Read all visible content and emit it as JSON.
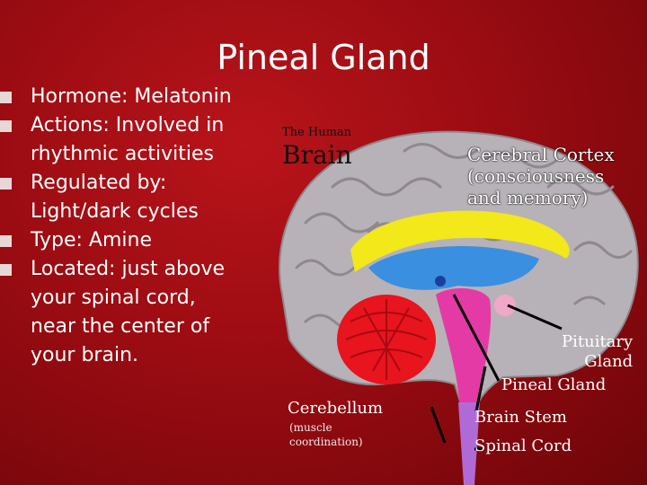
{
  "title": "Pineal Gland",
  "bullets": [
    {
      "lines": [
        "Hormone: Melatonin"
      ]
    },
    {
      "lines": [
        "Actions: Involved in",
        "rhythmic activities"
      ]
    },
    {
      "lines": [
        "Regulated by:",
        "Light/dark cycles"
      ]
    },
    {
      "lines": [
        "Type: Amine"
      ]
    },
    {
      "lines": [
        "Located: just above",
        "your spinal cord,",
        "near the center of",
        "your brain."
      ]
    }
  ],
  "figure": {
    "heading_small": "The Human",
    "heading_large": "Brain",
    "cortex_label": [
      "Cerebral Cortex",
      "(consciousness",
      "and memory)"
    ],
    "pituitary_label": [
      "Pituitary",
      "Gland"
    ],
    "pineal_label": "Pineal Gland",
    "brainstem_label": "Brain Stem",
    "spinal_label": "Spinal Cord",
    "cerebellum_label": "Cerebellum",
    "cerebellum_sub": [
      "(muscle",
      "coordination)"
    ]
  },
  "colors": {
    "background": "#a00e14",
    "cortex": "#b7b2b7",
    "corpus_callosum": "#f2e81a",
    "thalamus": "#3b8fe0",
    "cerebellum": "#e8141e",
    "brainstem": "#e43aa6",
    "pituitary": "#f0a7c8"
  }
}
